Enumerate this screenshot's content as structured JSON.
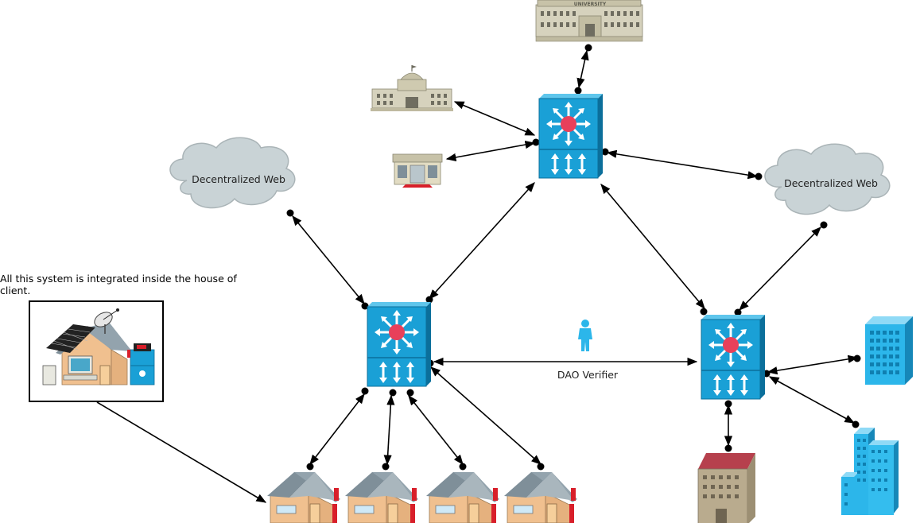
{
  "nodes": {
    "cloud_left": {
      "label": "Decentralized Web"
    },
    "cloud_right": {
      "label": "Decentralized Web"
    },
    "university": {
      "sign": "UNIVERSITY"
    },
    "verifier": {
      "label": "DAO Verifier"
    }
  },
  "note": {
    "text": "All this system is integrated inside the house of client."
  },
  "colors": {
    "switch_blue": "#1aa0d6",
    "switch_dark": "#0b6f9b",
    "router_red": "#e8405a",
    "cloud_fill": "#c9d3d6",
    "house_wall": "#f0c08f",
    "house_roof": "#7f8f99",
    "building_blue": "#2cb6ea",
    "tower_brown": "#b9ab8e"
  },
  "icons": [
    "switch-icon",
    "cloud-icon",
    "house-icon",
    "university-icon",
    "capitol-icon",
    "shop-icon",
    "office-building-icon",
    "tower-icon",
    "person-icon",
    "solar-panel-icon",
    "satellite-dish-icon"
  ]
}
